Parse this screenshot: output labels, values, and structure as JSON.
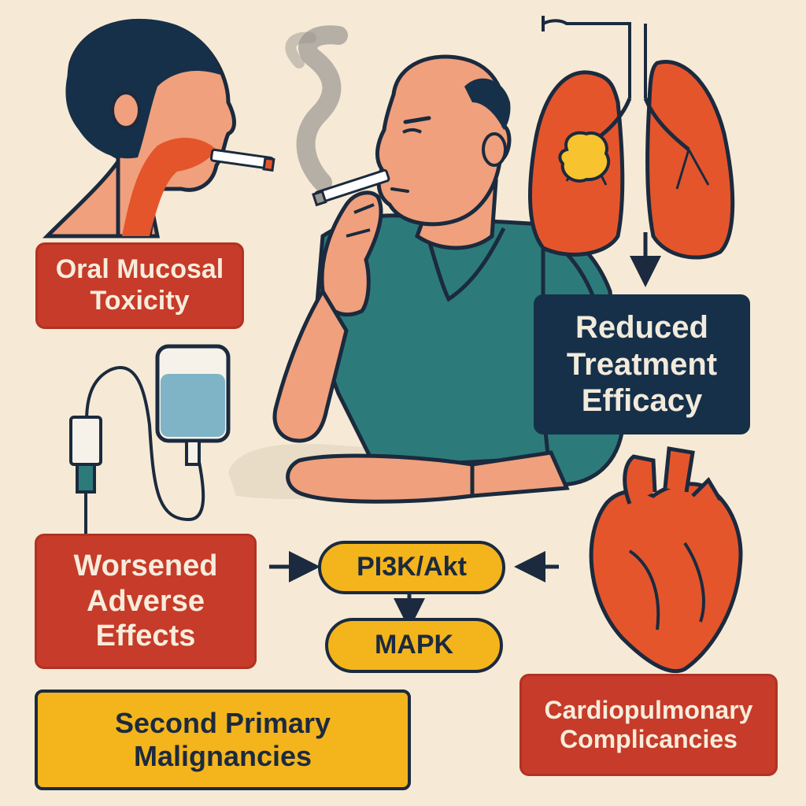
{
  "labels": {
    "oral_mucosal": "Oral Mucosal Toxicity",
    "reduced_efficacy": "Reduced Treatment Efficacy",
    "worsened_effects": "Worsened Adverse Effects",
    "pi3k": "PI3K/Akt",
    "mapk": "MAPK",
    "second_primary": "Second Primary Malignancies",
    "cardiopulmonary": "Cardiopulmonary Complicancies"
  },
  "colors": {
    "background": "#f6ead6",
    "red_box": "#c63b29",
    "navy_box": "#16304a",
    "gold_box": "#f4b41c",
    "outline": "#1b2a3e",
    "shirt": "#2c7b7a",
    "skin": "#f0a07c",
    "lung": "#e4552c",
    "tumor": "#f7c32e"
  },
  "icons": [
    "woman-profile-smoking-icon",
    "man-smoking-icon",
    "smoke-icon",
    "lungs-with-tumor-icon",
    "iv-bag-icon",
    "heart-icon"
  ]
}
